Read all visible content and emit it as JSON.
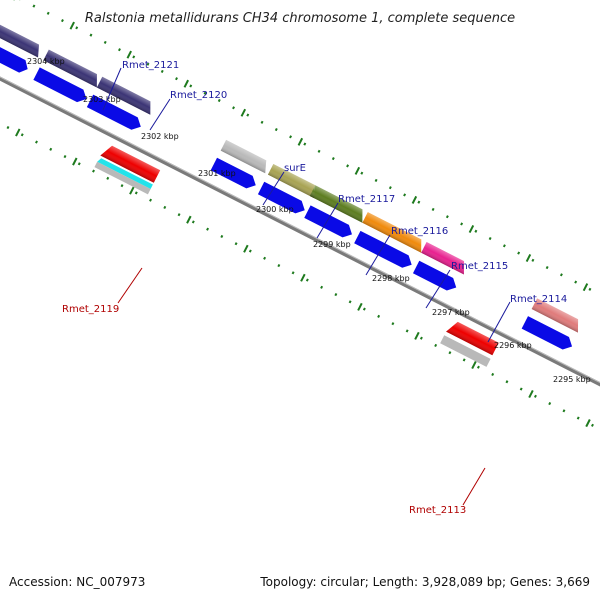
{
  "title": "Ralstonia metallidurans CH34 chromosome 1, complete sequence",
  "footer": {
    "accession": "Accession: NC_007973",
    "summary": "Topology: circular; Length: 3,928,089 bp; Genes: 3,669"
  },
  "kbp_labels": [
    "2304 kbp",
    "2303 kbp",
    "2302 kbp",
    "2301 kbp",
    "2300 kbp",
    "2299 kbp",
    "2298 kbp",
    "2297 kbp",
    "2296 kbp",
    "2295 kbp"
  ],
  "genes_top": [
    "Rmet_2121",
    "Rmet_2120",
    "surE",
    "Rmet_2117",
    "Rmet_2116",
    "Rmet_2115",
    "Rmet_2114"
  ],
  "genes_bottom": [
    "Rmet_2119",
    "Rmet_2113"
  ],
  "colors": {
    "backbone": "#7a7a7a",
    "cds_blue": "#0a0ae6",
    "tick_green": "#1e7a1e",
    "gene_navy": "#3b3475",
    "gene_grey": "#b9b9b9",
    "gene_olive": "#a8a353",
    "gene_green": "#5d7d20",
    "gene_orange": "#f08a0c",
    "gene_pink": "#e8208f",
    "gene_salmon": "#e07b7b",
    "gene_red": "#ee0000",
    "gene_cyan": "#22e3ea"
  }
}
